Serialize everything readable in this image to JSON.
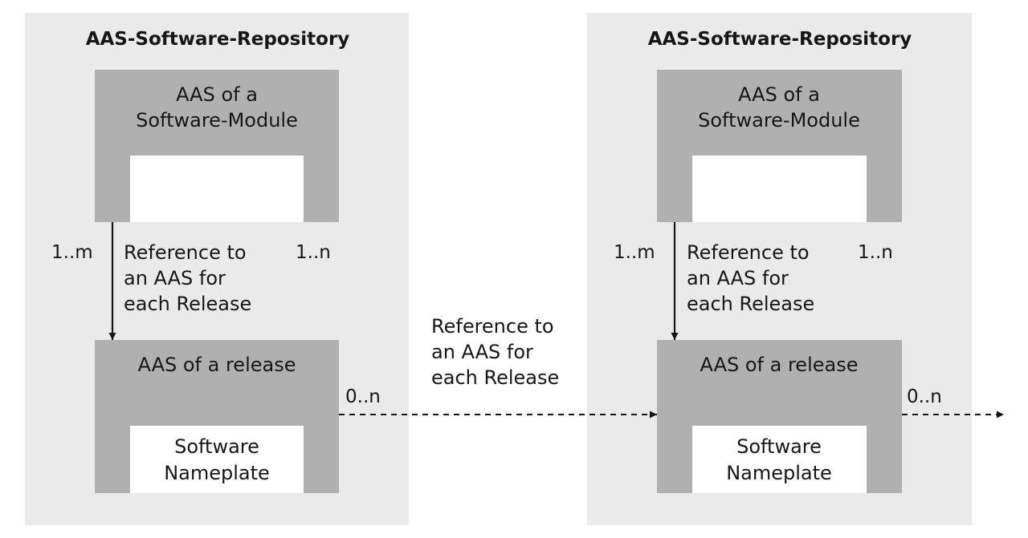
{
  "repositories": [
    {
      "title": "AAS-Software-Repository",
      "module": {
        "line1": "AAS of a",
        "line2": "Software-Module"
      },
      "release": {
        "title": "AAS of a release",
        "nameplate": {
          "line1": "Software",
          "line2": "Nameplate"
        }
      },
      "mult_m": "1..m",
      "mult_n": "1..n",
      "ref": [
        "Reference to",
        "an AAS for",
        "each Release"
      ],
      "mult_out": "0..n"
    },
    {
      "title": "AAS-Software-Repository",
      "module": {
        "line1": "AAS of a",
        "line2": "Software-Module"
      },
      "release": {
        "title": "AAS of a release",
        "nameplate": {
          "line1": "Software",
          "line2": "Nameplate"
        }
      },
      "mult_m": "1..m",
      "mult_n": "1..n",
      "ref": [
        "Reference to",
        "an AAS for",
        "each Release"
      ],
      "mult_out": "0..n"
    }
  ],
  "between_ref": [
    "Reference to",
    "an AAS for",
    "each Release"
  ],
  "colors": {
    "repo_bg": "#eaeaea",
    "block": "#b0b0b0",
    "line": "#161616"
  }
}
